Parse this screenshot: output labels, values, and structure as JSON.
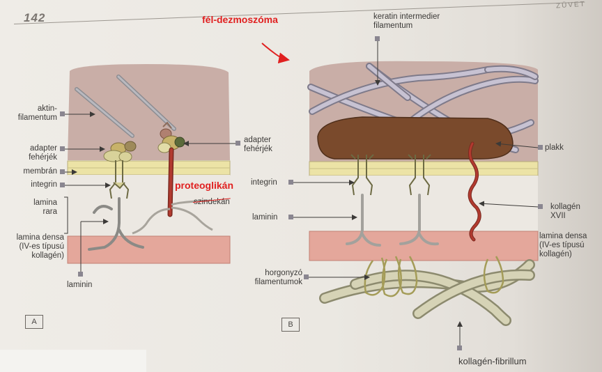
{
  "page": {
    "number": "142",
    "corner_text": "ZÜVET"
  },
  "annotations": {
    "title": "fél-dezmoszóma",
    "proteoglikan": "proteoglikán"
  },
  "panel_a": {
    "tag": "A",
    "labels": {
      "aktin": [
        "aktin-",
        "filamentum"
      ],
      "adapter_left": [
        "adapter",
        "fehérjék"
      ],
      "membran": "membrán",
      "integrin": "integrin",
      "lamina_rara": [
        "lamina",
        "rara"
      ],
      "lamina_densa": [
        "lamina densa",
        "(IV-es típusú",
        "kollagén)"
      ],
      "laminin": "laminin",
      "adapter_right": [
        "adapter",
        "fehérjék"
      ],
      "szindekan": "szindekán"
    }
  },
  "panel_b": {
    "tag": "B",
    "labels": {
      "keratin": [
        "keratin intermedier",
        "filamentum"
      ],
      "plakk": "plakk",
      "integrin": "integrin",
      "laminin": "laminin",
      "kollagen_xvii": [
        "kollagén",
        "XVII"
      ],
      "lamina_densa": [
        "lamina densa",
        "(IV-es típusú",
        "kollagén)"
      ],
      "horgonyzo": [
        "horgonyzó",
        "filamentumok"
      ],
      "kollagen_fibrillum": "kollagén-fibrillum"
    }
  },
  "colors": {
    "cytoplasm": "#c9aea7",
    "membrane": "#ece3a6",
    "lamina_densa": "#e4a79b",
    "plaque": "#7a4a2c",
    "proteoglycan": "#b23a2f",
    "annotation": "#e02020"
  }
}
